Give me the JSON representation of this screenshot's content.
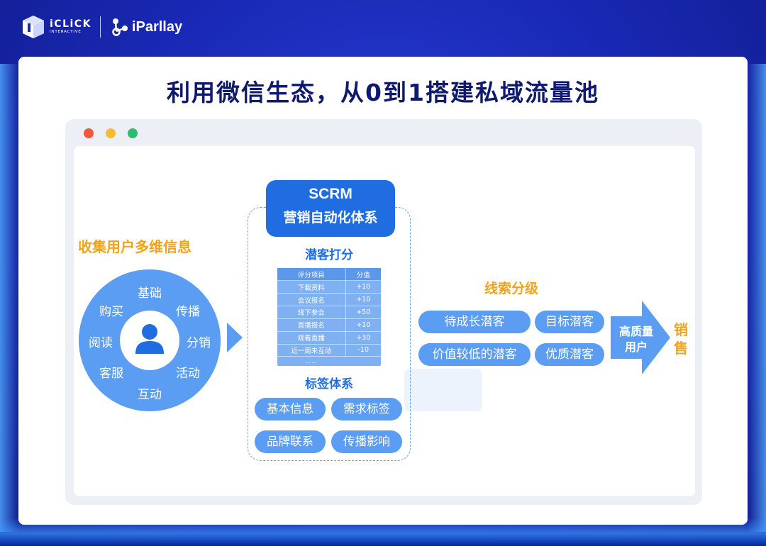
{
  "header": {
    "iclick_logo_text": "iCLiCK",
    "iclick_logo_subtext": "INTERACTIVE",
    "iparllay_logo_text": "iParllay"
  },
  "page": {
    "title": "利用微信生态，从0到1搭建私域流量池"
  },
  "window_dots": {
    "red": "#ef5a3c",
    "yellow": "#f6bc2f",
    "green": "#2dbd6a"
  },
  "collect": {
    "title": "收集用户多维信息",
    "center_icon": "user-icon",
    "items": [
      "基础",
      "传播",
      "分销",
      "活动",
      "互动",
      "客服",
      "阅读",
      "购买"
    ]
  },
  "scrm": {
    "title_line1": "SCRM",
    "title_line2": "营销自动化体系",
    "score_title": "潜客打分",
    "score_table": {
      "headers": [
        "评分项目",
        "分值"
      ],
      "rows": [
        [
          "下载资料",
          "+10"
        ],
        [
          "会议报名",
          "+10"
        ],
        [
          "线下参会",
          "+50"
        ],
        [
          "直播报名",
          "+10"
        ],
        [
          "观看直播",
          "+30"
        ],
        [
          "近一周未互动",
          "-10"
        ]
      ],
      "more": "……"
    },
    "tag_title": "标签体系",
    "tags": [
      "基本信息",
      "需求标签",
      "品牌联系",
      "传播影响"
    ]
  },
  "clues": {
    "title": "线索分级",
    "items": [
      "待成长潜客",
      "目标潜客",
      "价值较低的潜客",
      "优质潜客"
    ]
  },
  "result": {
    "arrow_line1": "高质量",
    "arrow_line2": "用户",
    "sales_line1": "销",
    "sales_line2": "售"
  },
  "colors": {
    "accent_blue": "#1f6de0",
    "light_blue": "#5b9df2",
    "orange": "#f2a31c",
    "title_navy": "#0f1a6e"
  }
}
